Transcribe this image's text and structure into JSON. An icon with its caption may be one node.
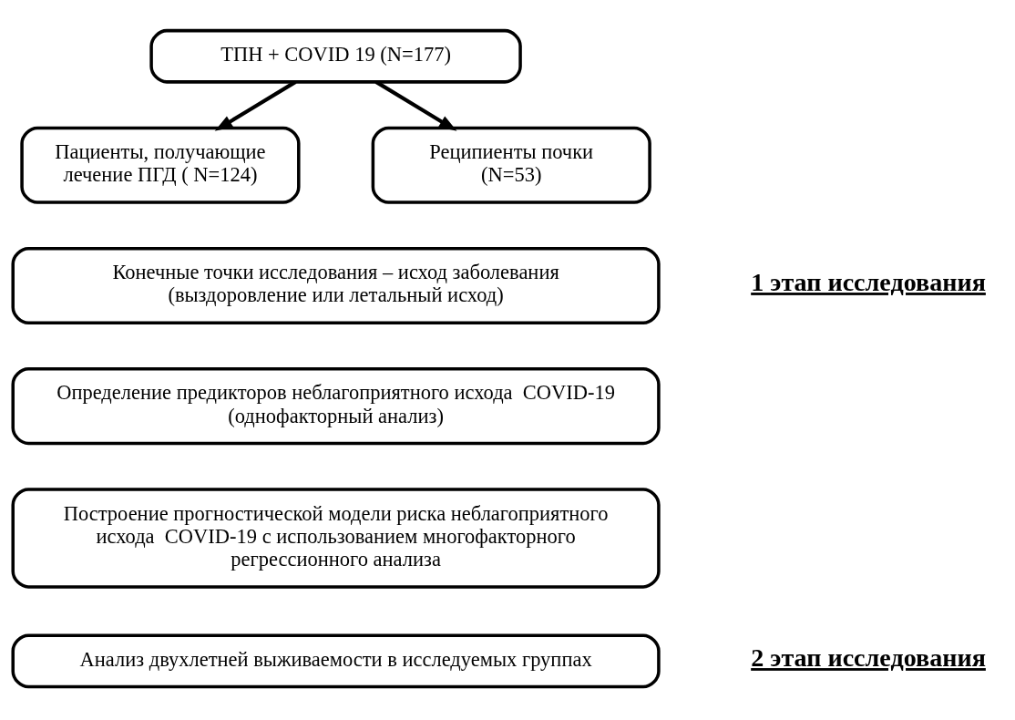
{
  "diagram": {
    "nodes": [
      {
        "text": [
          "ТПН + COVID 19 (N=177)"
        ]
      },
      {
        "text": [
          "Пациенты, получающие лечение ПГД ( N=124)"
        ]
      },
      {
        "text": [
          "Реципиенты почки (N=53)"
        ]
      },
      {
        "text": [
          "Конечные точки исследования – исход заболевания (выздоровление или летальный исход)"
        ]
      },
      {
        "text": [
          "Определение предикторов неблагоприятного исхода  COVID-19 (однофакторный анализ)"
        ]
      },
      {
        "text": [
          "Построение прогностической модели риска неблагоприятного исхода  COVID-19 с использованием многофакторного регрессионного анализа"
        ]
      },
      {
        "text": [
          "Анализ двухлетней выживаемости в исследуемых группах"
        ]
      }
    ],
    "edges": [
      {
        "from": 0,
        "to": 1,
        "arrow": "to"
      },
      {
        "from": 0,
        "to": 2,
        "arrow": "to"
      }
    ],
    "labels": [
      "1 этап исследования",
      "2 этап исследования"
    ]
  }
}
